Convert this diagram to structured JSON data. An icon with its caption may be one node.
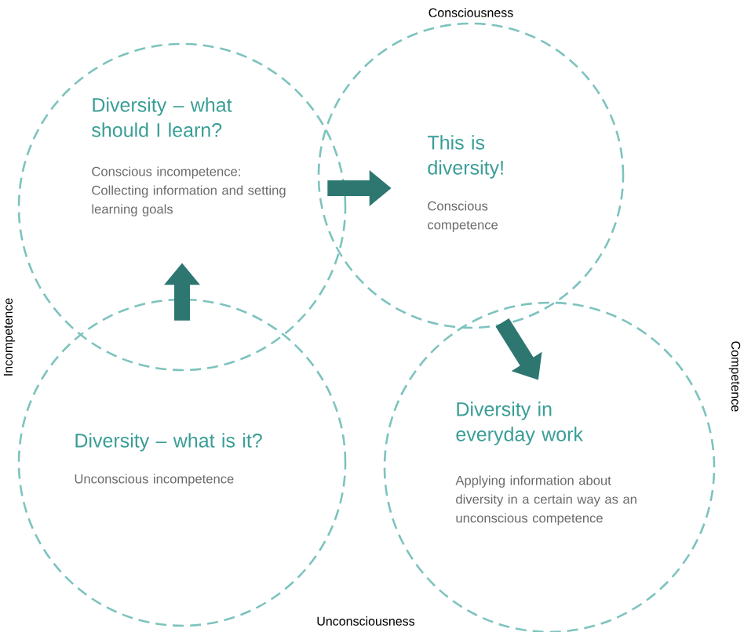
{
  "diagram": {
    "nodes": [
      {
        "text": [
          "Diversity – what should I learn?",
          "Conscious incompetence: Collecting information and setting learning goals"
        ]
      },
      {
        "text": [
          "This is diversity!",
          "Conscious competence"
        ]
      },
      {
        "text": [
          "Diversity – what is it?",
          "Unconscious incompetence"
        ]
      },
      {
        "text": [
          "Diversity in everyday work",
          "Applying information about diversity in a certain way as an unconscious competence"
        ]
      }
    ],
    "edges": [
      {
        "from": 2,
        "to": 0,
        "arrow": "to"
      },
      {
        "from": 0,
        "to": 1,
        "arrow": "to"
      },
      {
        "from": 1,
        "to": 3,
        "arrow": "to"
      }
    ],
    "labels": [
      "Consciousness",
      "Incompetence",
      "Competence",
      "Unconsciousness"
    ]
  }
}
